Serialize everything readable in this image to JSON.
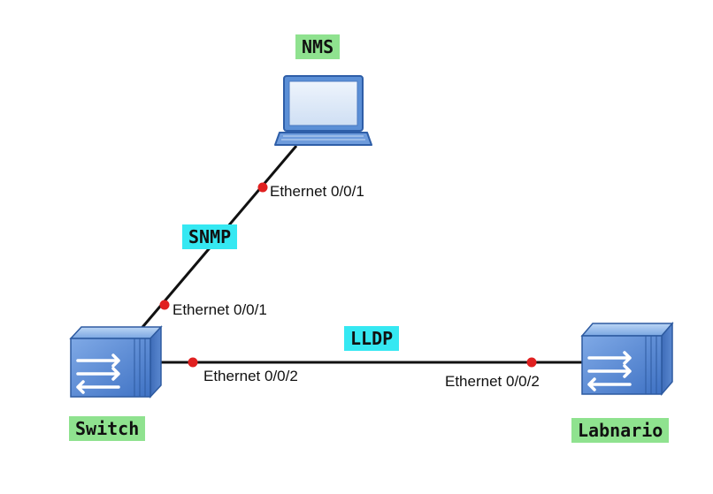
{
  "nodes": {
    "nms": {
      "label": "NMS",
      "icon": "laptop-icon"
    },
    "switch": {
      "label": "Switch",
      "icon": "switch-icon"
    },
    "labnario": {
      "label": "Labnario",
      "icon": "switch-icon"
    }
  },
  "links": {
    "nms_switch": {
      "protocol": "SNMP",
      "port_a": "Ethernet 0/0/1",
      "port_b": "Ethernet 0/0/1"
    },
    "switch_labnario": {
      "protocol": "LLDP",
      "port_a": "Ethernet 0/0/2",
      "port_b": "Ethernet 0/0/2"
    }
  },
  "colors": {
    "node_label_bg": "#8fe28f",
    "protocol_label_bg": "#35e8f2",
    "port_dot": "#e02020",
    "link_line": "#111111",
    "switch_body": "#5b8fd6"
  }
}
